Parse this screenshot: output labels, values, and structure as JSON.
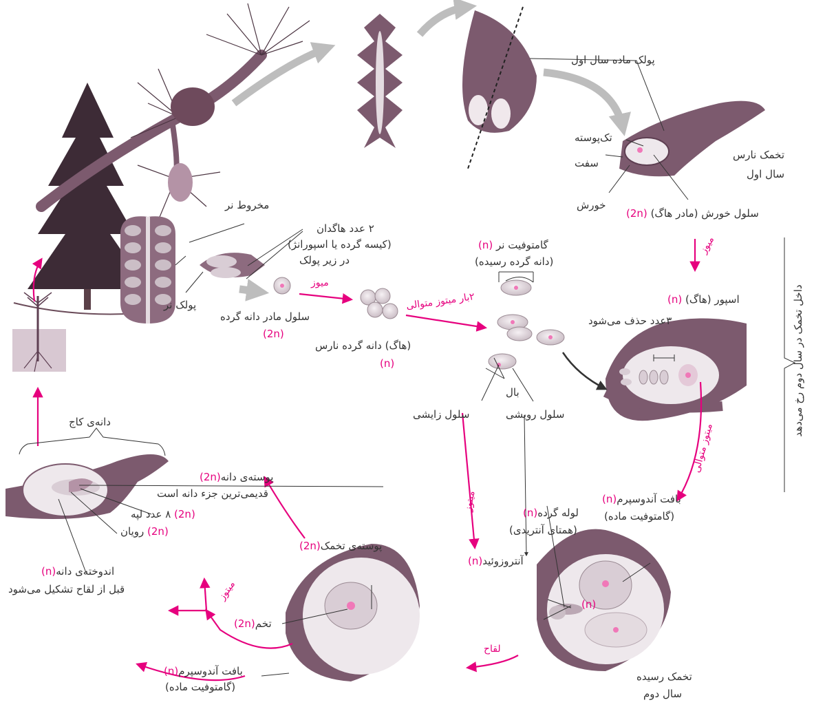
{
  "labels": {
    "female_scale_first_year": "پولک ماده سال اول",
    "integument": "تک‌پوسته",
    "micropyle": "سفت",
    "nucellus": "خورش",
    "immature_ovule_l1": "تخمک نارس",
    "immature_ovule_l2": "سال اول",
    "megasporocyte_text": "سلول خورش (مادر هاگ)",
    "megasporocyte_ploidy": "(2n)",
    "male_cone": "مخروط نر",
    "sporangia_l1": "۲ عدد هاگدان",
    "sporangia_l2": "(کیسه گرده یا اسپورانژ)",
    "sporangia_l3": "در زیر پولک",
    "male_scale": "پولک نر",
    "pollen_mother_cell": "سلول مادر دانه گرده",
    "pollen_mother_ploidy": "(2n)",
    "immature_pollen": "(هاگ) دانه گرده نارس",
    "immature_pollen_ploidy": "(n)",
    "male_gametophyte_text": "گامتوفیت نر",
    "male_gametophyte_ploidy": "(n)",
    "mature_pollen": "(دانه گرده رسیده)",
    "wing": "بال",
    "generative_cell": "سلول زایشی",
    "tube_cell": "سلول رویشی",
    "spore_text": "اسپور (هاگ)",
    "spore_ploidy": "(n)",
    "three_degenerate": "۳عدد حذف می‌شود",
    "endosperm_text": "بافت آندوسپرم",
    "endosperm_ploidy": "(n)",
    "endosperm_sub": "(گامتوفیت ماده)",
    "pollen_tube_text": "لوله گرده",
    "pollen_tube_ploidy": "(n)",
    "pollen_tube_sub": "(همتای آنتریدی)",
    "antherozoid_text": "آنتروزوئید",
    "antherozoid_ploidy": "(n)",
    "inner_n": "(n)",
    "mature_ovule_l1": "تخمک رسیده",
    "mature_ovule_l2": "سال دوم",
    "ovule_coat_text": "پوسته‌ی تخمک",
    "ovule_coat_ploidy": "(2n)",
    "zygote_text": "تخم",
    "zygote_ploidy": "(2n)",
    "endosperm2_text": "بافت آندوسپرم",
    "endosperm2_ploidy": "(n)",
    "endosperm2_sub": "(گامتوفیت ماده)",
    "pine_seed": "دانه‌ی کاج",
    "seed_coat_text": "پوسته‌ی دانه",
    "seed_coat_ploidy": "(2n)",
    "seed_coat_sub": "قدیمی‌ترین جزء دانه است",
    "cotyledons_text": "۸ عدد لپه",
    "cotyledons_ploidy": "(2n)",
    "embryo_text": "رویان",
    "embryo_ploidy": "(2n)",
    "seed_reserve_text": "اندوخته‌ی دانه",
    "seed_reserve_ploidy": "(n)",
    "seed_reserve_sub": "قبل از لقاح تشکیل می‌شود",
    "second_year_note": "داخل تخمک در سال دوم رخ می‌دهد"
  },
  "arrow_labels": {
    "meiosis_female": "میوز",
    "meiosis_male": "میوز",
    "two_mitoses": "۲بار میتوز متوالی",
    "successive_mitosis": "میتوز متوالی",
    "mitosis": "میتوز",
    "fertilization": "لقاح",
    "mitosis_zygote": "میتوز"
  },
  "colors": {
    "arrow_magenta": "#e6007e",
    "tissue": "#7c5a6e",
    "tissue_dark": "#5e3f52",
    "tissue_light": "#d9cdd5",
    "cell_pale": "#eee8ec",
    "nucleus_pink": "#f078b8",
    "gray_arrow": "#bdbdbd"
  }
}
